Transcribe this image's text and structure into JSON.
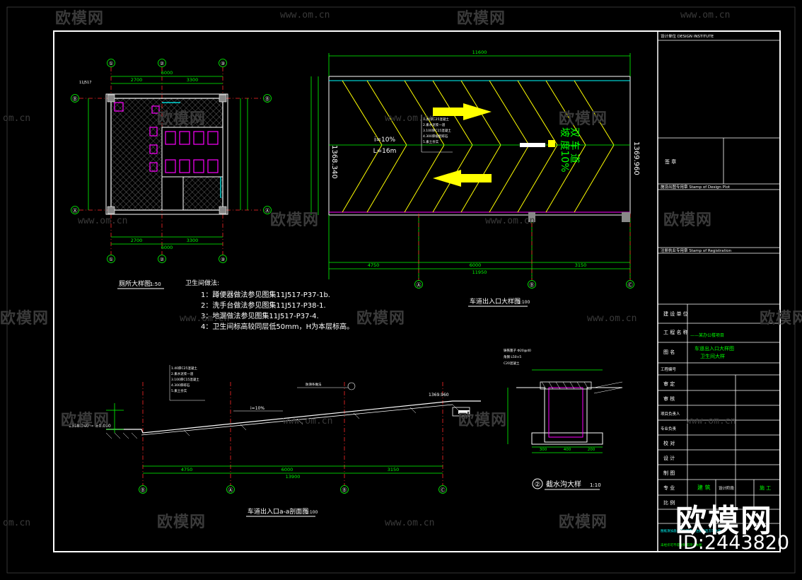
{
  "watermarks": {
    "brand": "欧模网",
    "url": "www.om.cn",
    "url_short": "om.cn"
  },
  "id_badge": {
    "brand": "欧模网",
    "id": "ID:2443820"
  },
  "toilet_plan": {
    "title": "厕所大样图",
    "scale": "1:50",
    "axes": [
      "①",
      "②",
      "③",
      "Ⓑ",
      "Ⓐ"
    ],
    "dims_top": [
      "2700",
      "3300",
      "6000"
    ],
    "dims_bottom": [
      "2700",
      "3300",
      "6000"
    ],
    "notes_title": "卫生间做法:",
    "notes": [
      "1：蹲便器做法参见图集11J517-P37-1b.",
      "2：洗手台做法参见图集11J517-P38-1.",
      "3：地漏做法参见图集11J517-P37-4.",
      "4：卫生间标高较同层低50mm，H为本层标高。"
    ],
    "ref_label": "11J517"
  },
  "ramp_plan": {
    "title": "车道出入口大样图",
    "scale": "1:100",
    "left_elev": "1368.340",
    "right_elev": "1369.960",
    "slope_lines": [
      "i=10%",
      "L=16m"
    ],
    "sign_text": [
      "双 车 道",
      "坡 度10%"
    ],
    "dims_top": [
      "11600"
    ],
    "dims_bottom": [
      "4750",
      "6000",
      "3150",
      "11950"
    ],
    "axes": [
      "Ⓐ",
      "Ⓑ",
      "Ⓒ"
    ]
  },
  "ramp_section": {
    "title": "车道出入口a-a剖面图",
    "scale": "1:100",
    "left_elev": "1368.340 = ±0.000",
    "right_elev": "1369.960",
    "slope_label": "i=10%",
    "dims": [
      "4750",
      "6000",
      "3150",
      "13900"
    ],
    "axes": [
      "Ⓑ",
      "Ⓐ",
      "Ⓑ",
      "Ⓒ"
    ]
  },
  "drain_detail": {
    "number": "②",
    "title": "截水沟大样",
    "scale": "1:10",
    "dims": [
      "300",
      "400",
      "200"
    ]
  },
  "title_block": {
    "design_institute": "设计单位 DESIGN INSTITUTE",
    "seal_label": "签 章",
    "stamp_design": "施设出图专用章 Stamp of Design Plot",
    "stamp_registration": "注册执业专用章 Stamp of Registration",
    "client_label": "建 设\n单 位",
    "project_label": "工 程\n名 称",
    "project_name": "——某办公楼项目",
    "drawing_label": "图 名",
    "drawing_name_1": "车道出入口大样图",
    "drawing_name_2": "卫生间大样",
    "project_no": "工程编号",
    "approved": "审 定",
    "verified": "审 核",
    "project_leader": "项目负责人",
    "professional_leader": "专业负责",
    "checked": "校 对",
    "designer": "设 计",
    "drawn": "制 图",
    "discipline_label": "专 业",
    "discipline": "建 筑",
    "stage_label": "设计阶段",
    "stage": "施 工",
    "scale_label": "比 例",
    "note_1": "图纸须加盖本院出图章和注册章后方可生效",
    "note_2": "未经许可不得复制或转让本图"
  },
  "colors": {
    "frame": "#ffffff",
    "dim": "#00ff00",
    "axis": "#ff2a2a",
    "yellow": "#ffff00",
    "cyan": "#00ffff",
    "magenta": "#ff00ff",
    "watermark": "#3a3a3a"
  }
}
